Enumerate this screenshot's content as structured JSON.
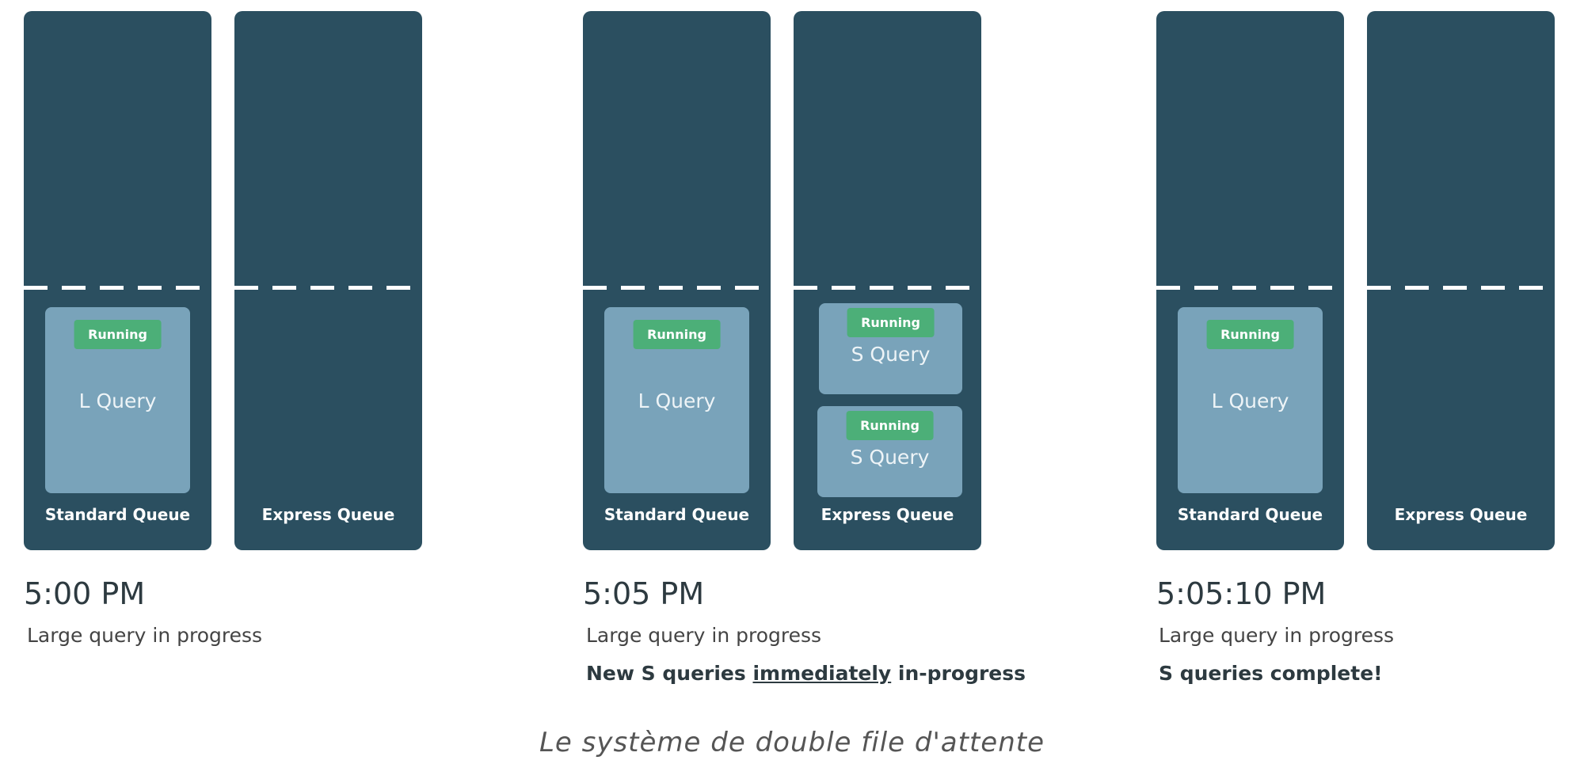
{
  "badge": "Running",
  "l_query": "L Query",
  "s_query": "S Query",
  "standard": "Standard Queue",
  "express": "Express Queue",
  "panels": [
    {
      "time": "5:00 PM",
      "desc": "Large query in progress"
    },
    {
      "time": "5:05 PM",
      "desc": "Large query in progress",
      "note_pre": "New S queries ",
      "note_em": "immediately",
      "note_post": " in-progress"
    },
    {
      "time": "5:05:10 PM",
      "desc": "Large query in progress",
      "note": "S queries complete!"
    }
  ],
  "caption": "Le système de double file d'attente"
}
